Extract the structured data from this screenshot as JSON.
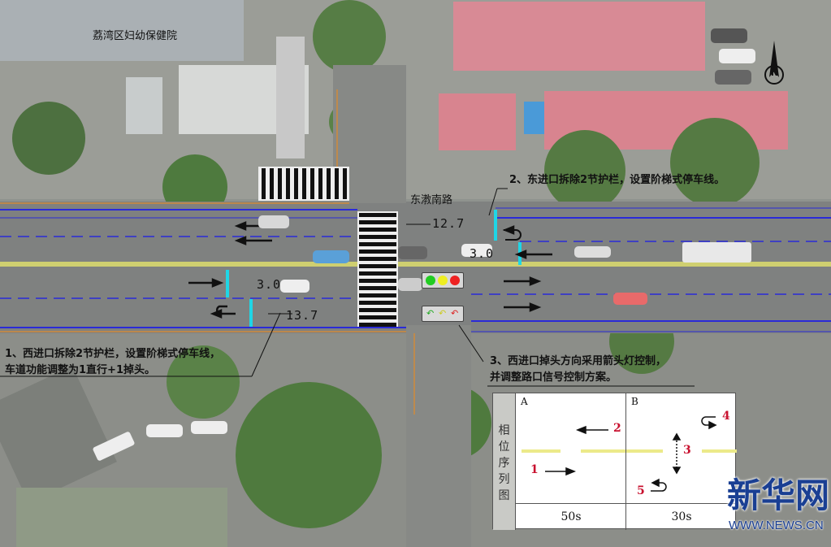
{
  "labels": {
    "hospital": "荔湾区妇幼保健院",
    "road": "东漖南路"
  },
  "distances": {
    "east_top": "12.7",
    "east_stop": "3.0",
    "west_stop": "3.0",
    "west_bottom": "13.7"
  },
  "notes": {
    "note1_line1": "1、西进口拆除2节护栏，设置阶梯式停车线，",
    "note1_line2": "车道功能调整为1直行+1掉头。",
    "note2": "2、东进口拆除2节护栏，设置阶梯式停车线。",
    "note3_line1": "3、西进口掉头方向采用箭头灯控制，",
    "note3_line2": "并调整路口信号控制方案。"
  },
  "phase_diagram": {
    "title": "相位序列图",
    "phases": [
      {
        "name": "A",
        "duration": "50s",
        "movements": [
          "1",
          "2"
        ]
      },
      {
        "name": "B",
        "duration": "30s",
        "movements": [
          "3",
          "4",
          "5"
        ]
      }
    ]
  },
  "compass": "N",
  "watermark": {
    "brand": "新华网",
    "url": "WWW.NEWS.CN"
  },
  "colors": {
    "lane_blue": "#2a2ad8",
    "stopline_cyan": "#1fd6e6",
    "note_red": "#c8102e",
    "brand_blue": "#1a3f93"
  }
}
